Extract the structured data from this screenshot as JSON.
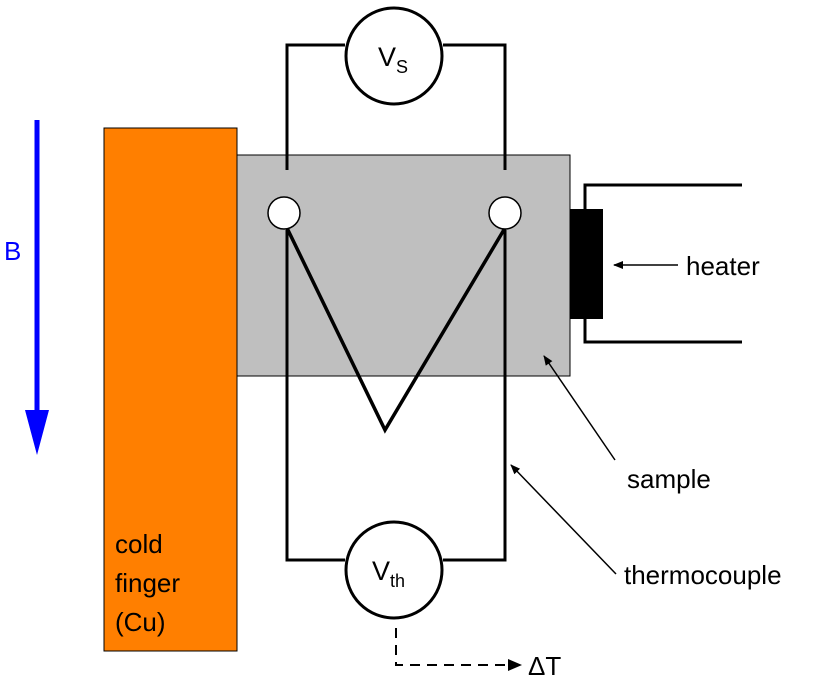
{
  "labels": {
    "field": "B",
    "seebeck_voltage_main": "V",
    "seebeck_voltage_sub": "S",
    "thermo_voltage_main": "V",
    "thermo_voltage_sub": "th",
    "heater": "heater",
    "sample": "sample",
    "thermocouple": "thermocouple",
    "delta_t": "ΔT",
    "cold_finger_line1": "cold",
    "cold_finger_line2": "finger",
    "cold_finger_line3": "(Cu)"
  },
  "colors": {
    "field_arrow": "#0000ff",
    "cold_finger": "#ff7f00",
    "sample": "#bfbfbf",
    "heater": "#000000",
    "wire": "#000000"
  }
}
